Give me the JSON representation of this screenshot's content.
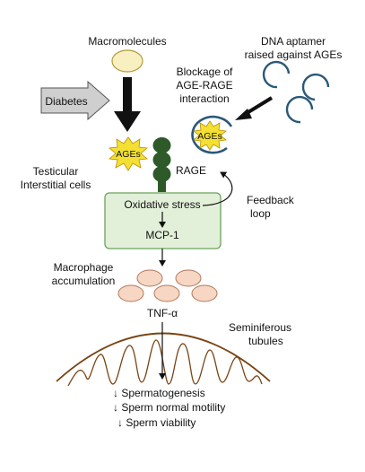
{
  "labels": {
    "macromolecules": "Macromolecules",
    "diabetes": "Diabetes",
    "ages": "AGEs",
    "aptamer_line1": "DNA aptamer",
    "aptamer_line2": "raised against AGEs",
    "blockage_line1": "Blockage of",
    "blockage_line2": "AGE-RAGE",
    "blockage_line3": "interaction",
    "testicular_line1": "Testicular",
    "testicular_line2": "Interstitial cells",
    "rage": "RAGE",
    "oxidative_stress": "Oxidative stress",
    "mcp1": "MCP-1",
    "feedback_line1": "Feedback",
    "feedback_line2": "loop",
    "macrophage_line1": "Macrophage",
    "macrophage_line2": "accumulation",
    "tnf": "TNF-α",
    "seminiferous_line1": "Seminiferous",
    "seminiferous_line2": "tubules",
    "outcome1": "↓ Spermatogenesis",
    "outcome2": "↓ Sperm normal motility",
    "outcome3": "↓ Sperm viability"
  },
  "colors": {
    "macromolecule_fill": "#f8f0c0",
    "diabetes_fill": "#cfcfcf",
    "ages_burst": "#f4e033",
    "rage_green": "#2e5a2a",
    "cell_box_fill": "#e2f0d9",
    "cell_box_stroke": "#6aa25a",
    "macrophage_fill": "#f7d6c3",
    "macrophage_stroke": "#b07a5c",
    "aptamer_blue": "#2b5879",
    "tubule_brown": "#7a4414"
  }
}
